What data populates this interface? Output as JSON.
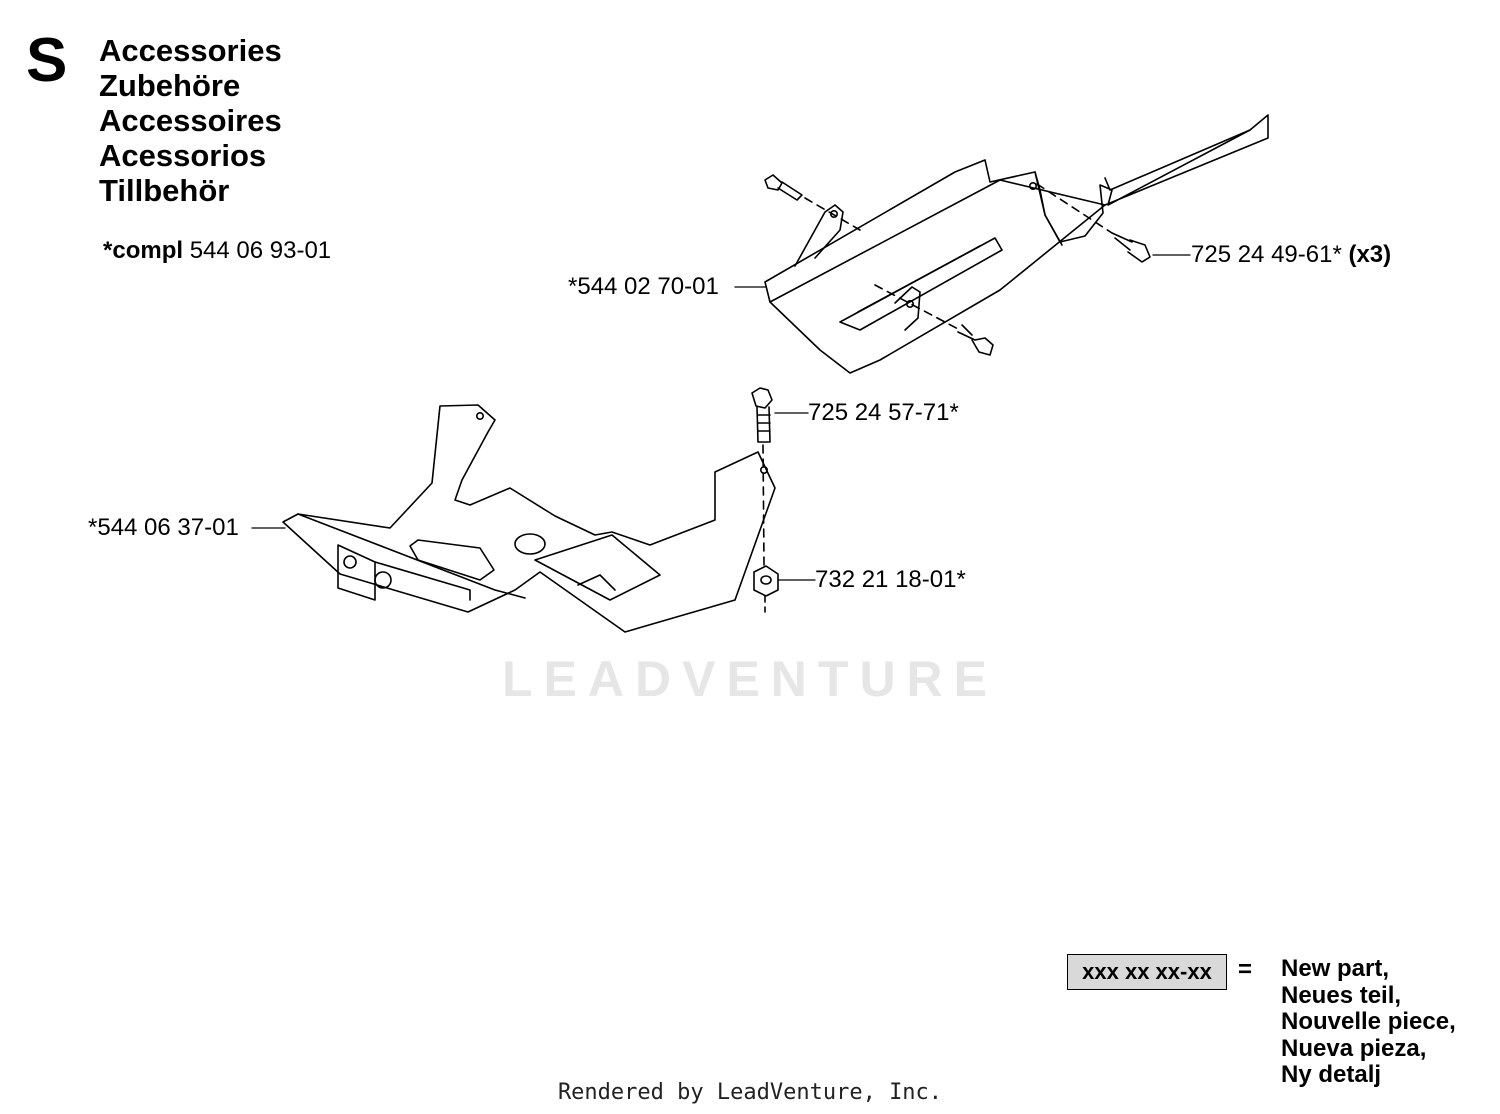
{
  "header": {
    "section_letter": "S",
    "titles": [
      "Accessories",
      "Zubehöre",
      "Accessoires",
      "Acessorios",
      "Tillbehör"
    ],
    "compl_prefix": "*compl",
    "compl_number": "544 06 93-01"
  },
  "parts": {
    "upper_shield": "*544 02 70-01",
    "screw_upper": "725 24 49-61*",
    "screw_upper_qty": "(x3)",
    "bolt_lower": "725 24 57-71*",
    "lower_plate": "*544 06 37-01",
    "nut_lower": "732 21 18-01*"
  },
  "legend": {
    "box_text": "xxx xx xx-xx",
    "equals": "=",
    "lines": [
      "New part,",
      "Neues teil,",
      "Nouvelle piece,",
      "Nueva pieza,",
      "Ny detalj"
    ]
  },
  "watermark": "LEADVENTURE",
  "footer": "Rendered by LeadVenture, Inc.",
  "colors": {
    "legend_fill": "#d9d9d9",
    "watermark": "#e6e6e6"
  }
}
